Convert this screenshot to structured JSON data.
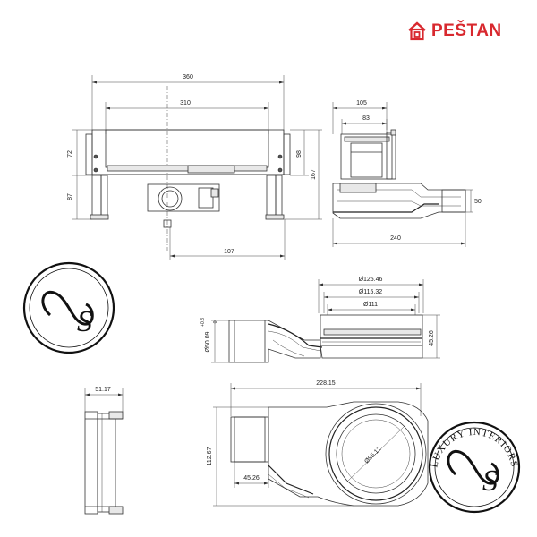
{
  "brand": {
    "name": "PEŠTAN",
    "color": "#d8282e",
    "icon": "house-icon"
  },
  "watermark": {
    "text": "LUXURY INTERIORS",
    "monogram": "S"
  },
  "front_view": {
    "overall_width": "360",
    "inner_width": "310",
    "height_upper": "72",
    "height_lower": "87",
    "height_right": "98",
    "total_height": "167",
    "outlet_offset": "107"
  },
  "side_view": {
    "top_width": "105",
    "inner_width": "83",
    "outlet_height": "50",
    "total_length": "240"
  },
  "drain_section": {
    "outer_diameter": "Ø125.46",
    "mid_diameter": "Ø115.32",
    "inner_diameter": "Ø111",
    "outlet_diameter": "Ø50.09",
    "outlet_tolerance_top": "+0.3",
    "outlet_tolerance_bottom": "0",
    "height": "45.26"
  },
  "ring_view": {
    "width": "51.17"
  },
  "top_view": {
    "length": "228.15",
    "width": "112.67",
    "outlet_length": "45.26",
    "bowl_diameter": "Ø95.12"
  }
}
